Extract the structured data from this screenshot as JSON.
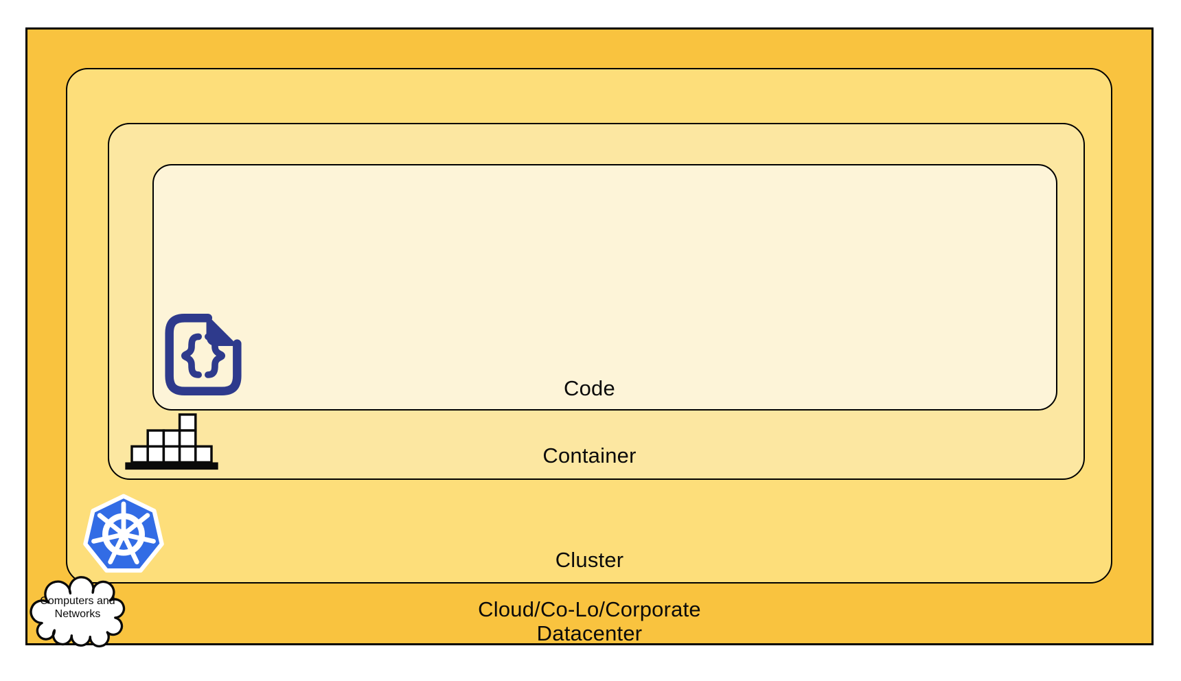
{
  "diagram": {
    "layers": {
      "code": {
        "label": "Code"
      },
      "container": {
        "label": "Container"
      },
      "cluster": {
        "label": "Cluster"
      },
      "datacenter": {
        "label_line1": "Cloud/Co-Lo/Corporate",
        "label_line2": "Datacenter"
      }
    },
    "cloud_bubble": {
      "line1": "Computers and",
      "line2": "Networks"
    },
    "icons": {
      "code": "code-file-braces-icon",
      "container": "stacked-container-blocks-icon",
      "cluster": "kubernetes-helm-wheel-icon",
      "cloud": "computers-and-networks-cloud-icon"
    }
  },
  "colors": {
    "datacenter_fill": "#F9C33F",
    "cluster_fill": "#FDDE7A",
    "container_fill": "#FCE7A1",
    "code_fill": "#FDF4D8",
    "kubernetes_blue": "#326CE5",
    "code_icon_indigo": "#2E3A8C",
    "outline": "#000000",
    "canvas_bg": "#FFFFFF"
  }
}
